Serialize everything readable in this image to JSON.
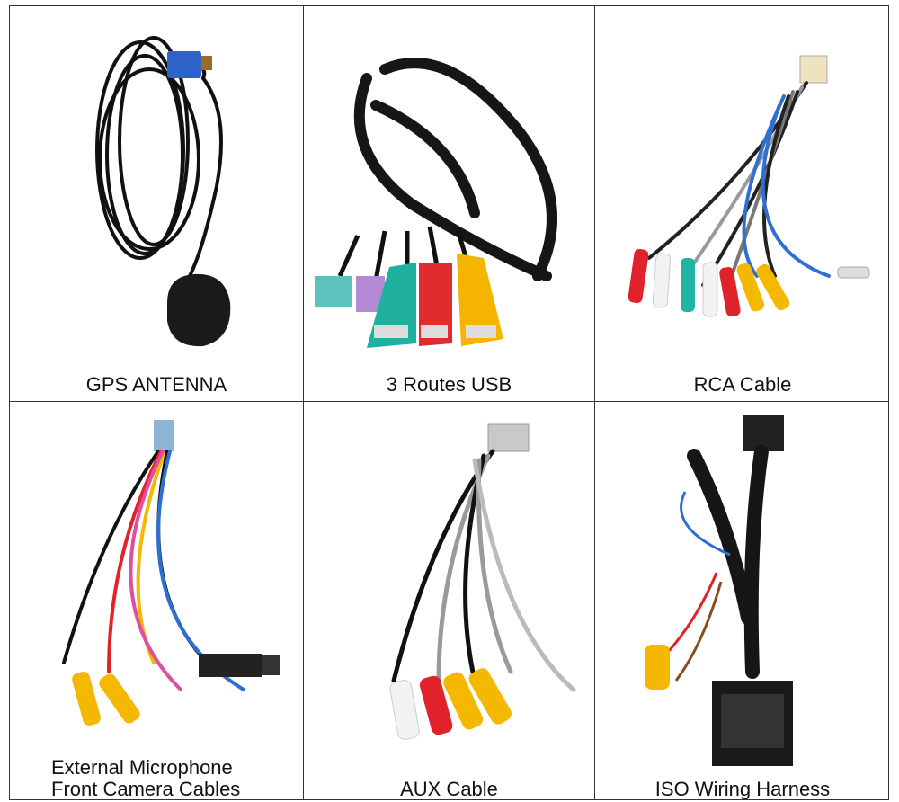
{
  "cells": [
    {
      "caption": "GPS ANTENNA"
    },
    {
      "caption": "3 Routes USB"
    },
    {
      "caption": "RCA Cable"
    },
    {
      "caption_lines": [
        "External Microphone",
        "Front Camera Cables"
      ]
    },
    {
      "caption": "AUX Cable"
    },
    {
      "caption": "ISO Wiring Harness"
    }
  ],
  "colors": {
    "cable": "#111111",
    "red": "#e0232b",
    "yellow": "#f5b800",
    "white": "#f2f2f2",
    "teal": "#1fb5a5",
    "purple": "#b07bd0",
    "blue": "#2f6fd1",
    "grey": "#9a9a9a"
  }
}
